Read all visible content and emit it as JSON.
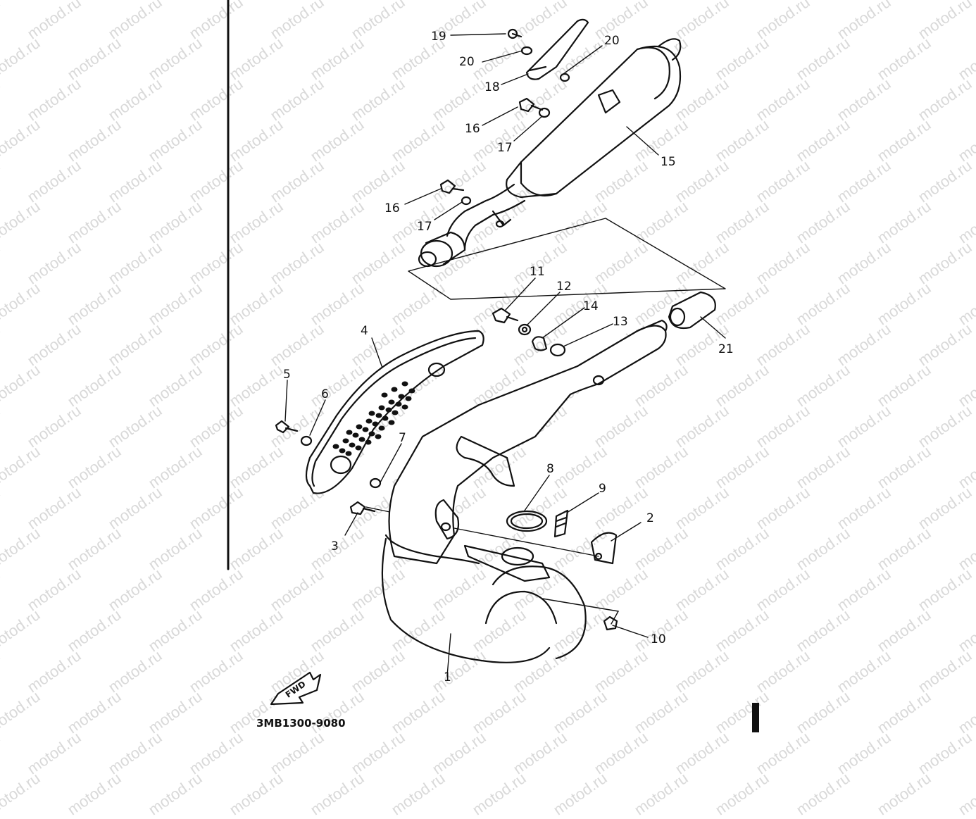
{
  "diagram": {
    "drawing_code": "3MB1300-9080",
    "watermark": "motod.ru",
    "fwd_label": "FWD",
    "callouts": [
      "19",
      "20",
      "18",
      "20",
      "16",
      "17",
      "15",
      "16",
      "17",
      "11",
      "12",
      "14",
      "13",
      "21",
      "4",
      "5",
      "6",
      "7",
      "8",
      "9",
      "2",
      "3",
      "10",
      "1"
    ],
    "colors": {
      "line": "#111111",
      "watermark": "#d9d9d9",
      "background": "#ffffff"
    }
  }
}
